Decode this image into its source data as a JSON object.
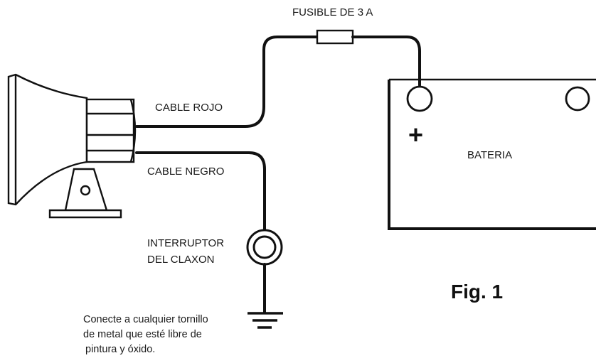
{
  "labels": {
    "fuse": "FUSIBLE DE 3 A",
    "red_cable": "CABLE ROJO",
    "black_cable": "CABLE NEGRO",
    "battery": "BATERIA",
    "plus_sign": "+",
    "switch_line1": "INTERRUPTOR",
    "switch_line2": "DEL CLAXON",
    "figure": "Fig. 1"
  },
  "ground_note": {
    "line1": "Conecte a cualquier tornillo",
    "line2": "de metal que esté libre de",
    "line3": "pintura y óxido."
  },
  "colors": {
    "ink": "#111111",
    "background": "#ffffff"
  }
}
